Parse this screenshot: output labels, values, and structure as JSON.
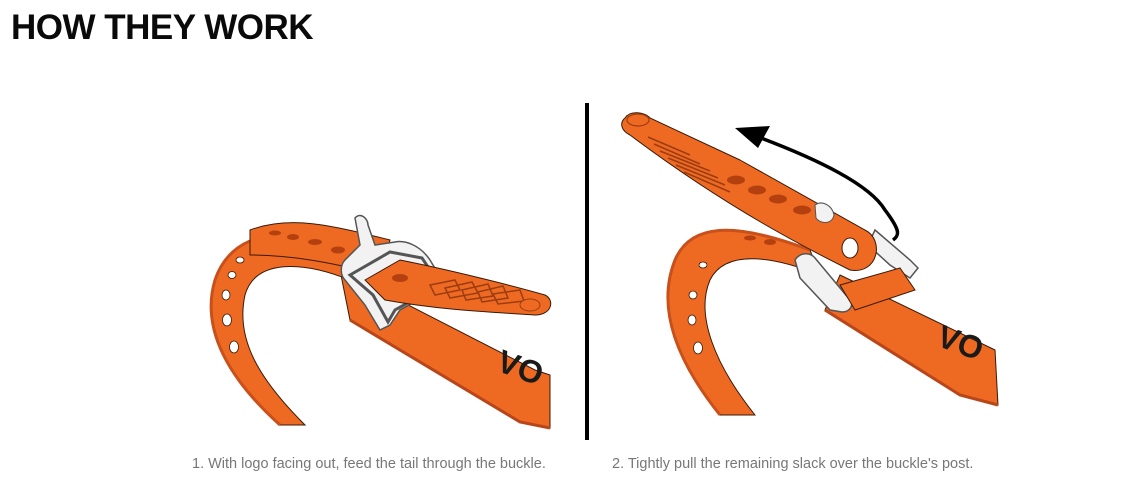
{
  "section": {
    "title": "HOW THEY WORK"
  },
  "steps": [
    {
      "caption": "1. With logo facing out, feed the tail through the buckle.",
      "illustration": "orange-strap-feeding-through-buckle",
      "logo_text": "VO"
    },
    {
      "caption": "2. Tightly pull the remaining slack over the buckle's post.",
      "illustration": "orange-strap-pulled-over-buckle-post",
      "logo_text": "VO"
    }
  ],
  "colors": {
    "strap_orange": "#EE6A22",
    "strap_shadow": "#C9501A",
    "buckle_silver": "#F2F2F2",
    "buckle_edge": "#555555",
    "title": "#0A0A0A",
    "caption": "#777777",
    "separator": "#000000"
  }
}
